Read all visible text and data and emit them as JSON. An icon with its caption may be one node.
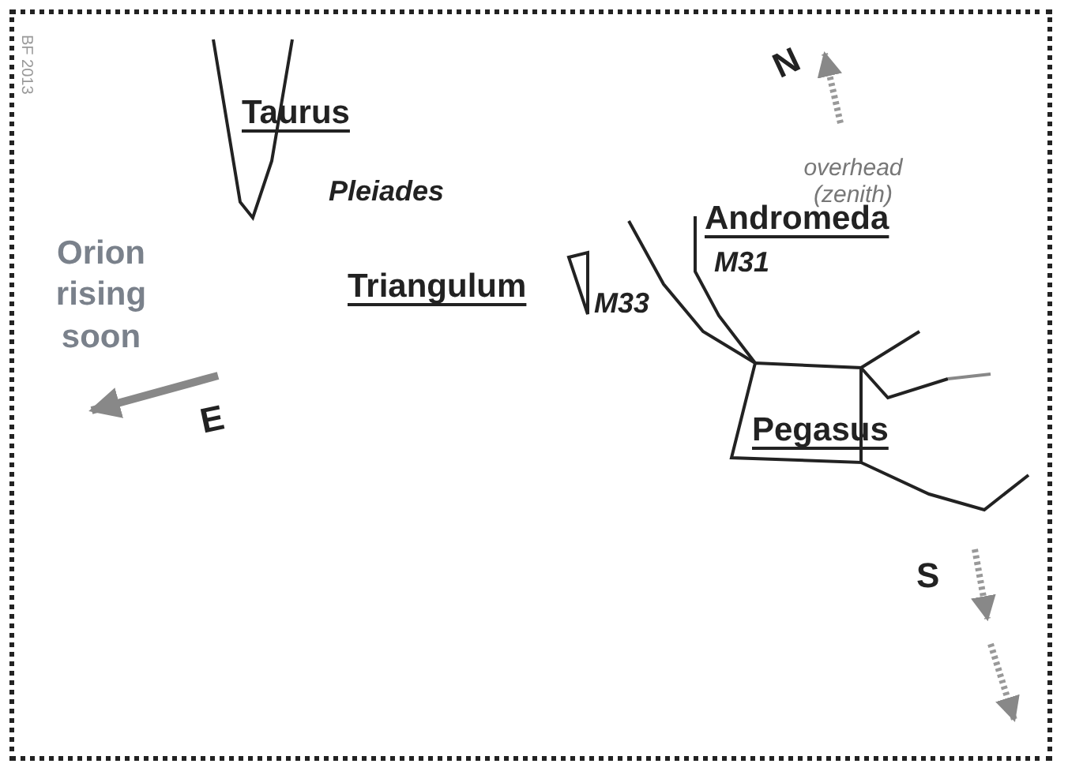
{
  "diagram": {
    "labels": [
      "BF 2013",
      "Taurus",
      "N",
      "Pleiades",
      "overhead (zenith)",
      "Orion rising soon",
      "Andromeda",
      "M31",
      "Triangulum",
      "M33",
      "E",
      "Pegasus",
      "S"
    ]
  }
}
